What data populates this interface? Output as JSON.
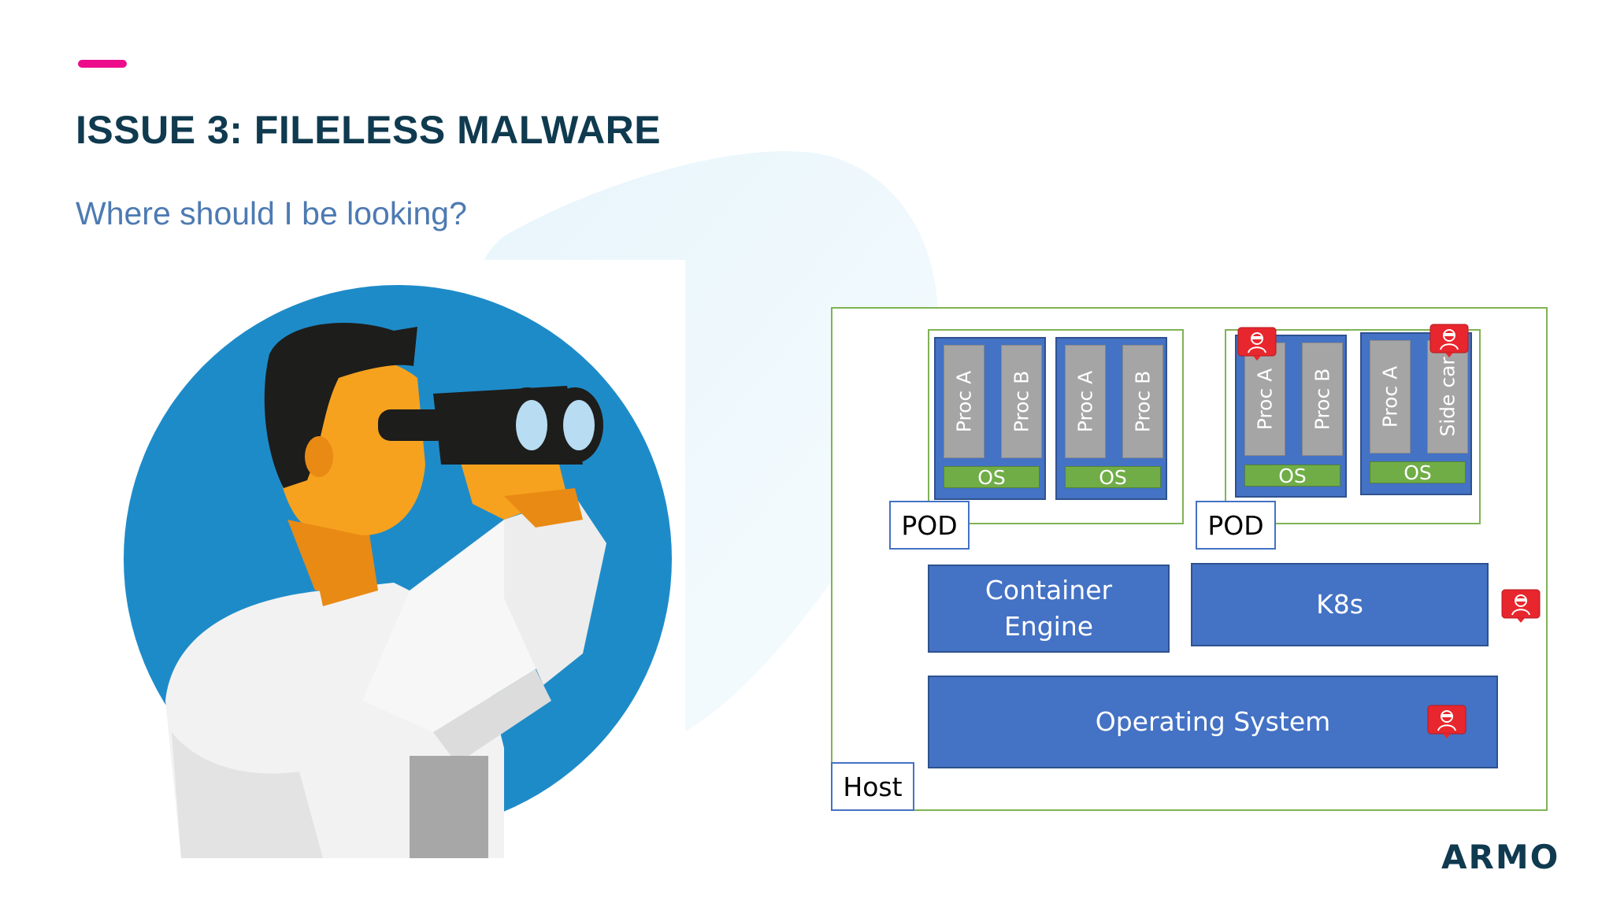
{
  "slide": {
    "title": "ISSUE 3: FILELESS MALWARE",
    "subtitle": "Where should I be looking?",
    "logo": "ARMO"
  },
  "colors": {
    "accent": "#ec0c8c",
    "title": "#0f3a4f",
    "subtitle": "#4d7ab2",
    "box_blue": "#4472c4",
    "box_green_border": "#7fb354",
    "proc_gray": "#a5a5a5",
    "os_green": "#70ad47",
    "alert_red": "#e8262d",
    "circle_blue": "#1e8bc9"
  },
  "diagram": {
    "host_label": "Host",
    "pods": [
      {
        "label": "POD",
        "containers": [
          {
            "procs": [
              "Proc A",
              "Proc B"
            ],
            "os": "OS",
            "alerts": []
          },
          {
            "procs": [
              "Proc A",
              "Proc B"
            ],
            "os": "OS",
            "alerts": []
          }
        ]
      },
      {
        "label": "POD",
        "containers": [
          {
            "procs": [
              "Proc A",
              "Proc B"
            ],
            "os": "OS",
            "alerts": [
              "proc-a"
            ]
          },
          {
            "procs": [
              "Proc A",
              "Side car"
            ],
            "os": "OS",
            "alerts": [
              "side-car"
            ]
          }
        ]
      }
    ],
    "container_engine": "Container Engine",
    "k8s": "K8s",
    "operating_system": "Operating System"
  },
  "icons": {
    "alert": "malware-alert-icon",
    "illustration": "man-with-binoculars-illustration"
  }
}
